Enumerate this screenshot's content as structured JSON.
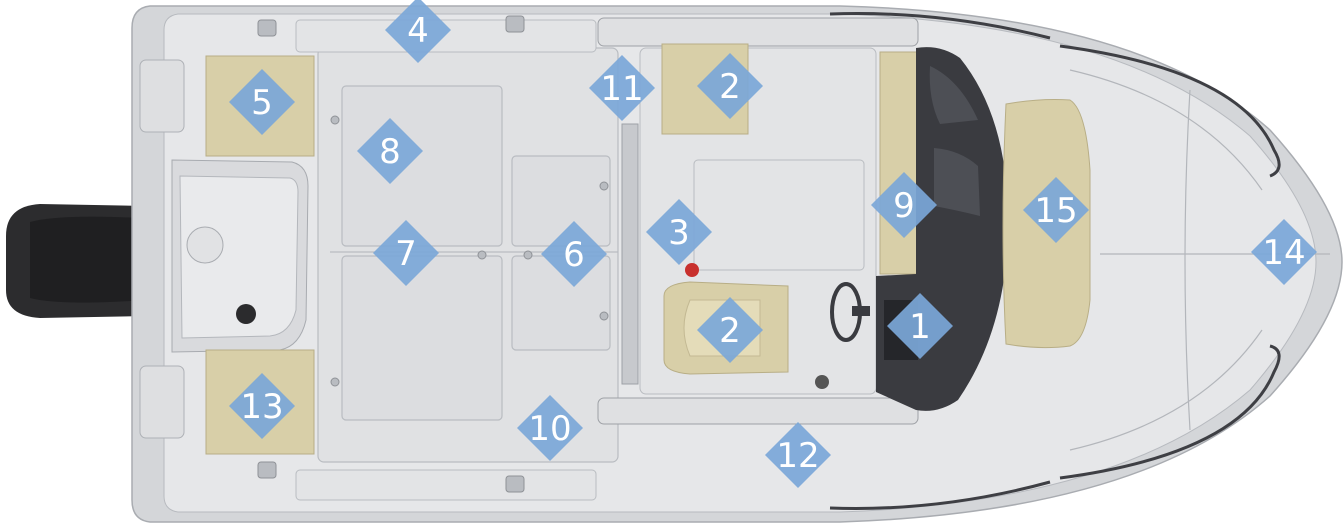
{
  "diagram": {
    "colors": {
      "hull_outer": "#d4d6d9",
      "deck": "#e4e5e7",
      "panel": "#dcdde0",
      "panel_line": "#b9bcc1",
      "cushion": "#d8cfa8",
      "console_dark": "#3a3b40",
      "engine": "#2c2c2e",
      "marker": "#7ba7d8",
      "marker_text": "#ffffff"
    },
    "markers": [
      {
        "label": "1"
      },
      {
        "label": "2"
      },
      {
        "label": "2"
      },
      {
        "label": "3"
      },
      {
        "label": "4"
      },
      {
        "label": "5"
      },
      {
        "label": "6"
      },
      {
        "label": "7"
      },
      {
        "label": "8"
      },
      {
        "label": "9"
      },
      {
        "label": "10"
      },
      {
        "label": "11"
      },
      {
        "label": "12"
      },
      {
        "label": "13"
      },
      {
        "label": "14"
      },
      {
        "label": "15"
      }
    ]
  }
}
